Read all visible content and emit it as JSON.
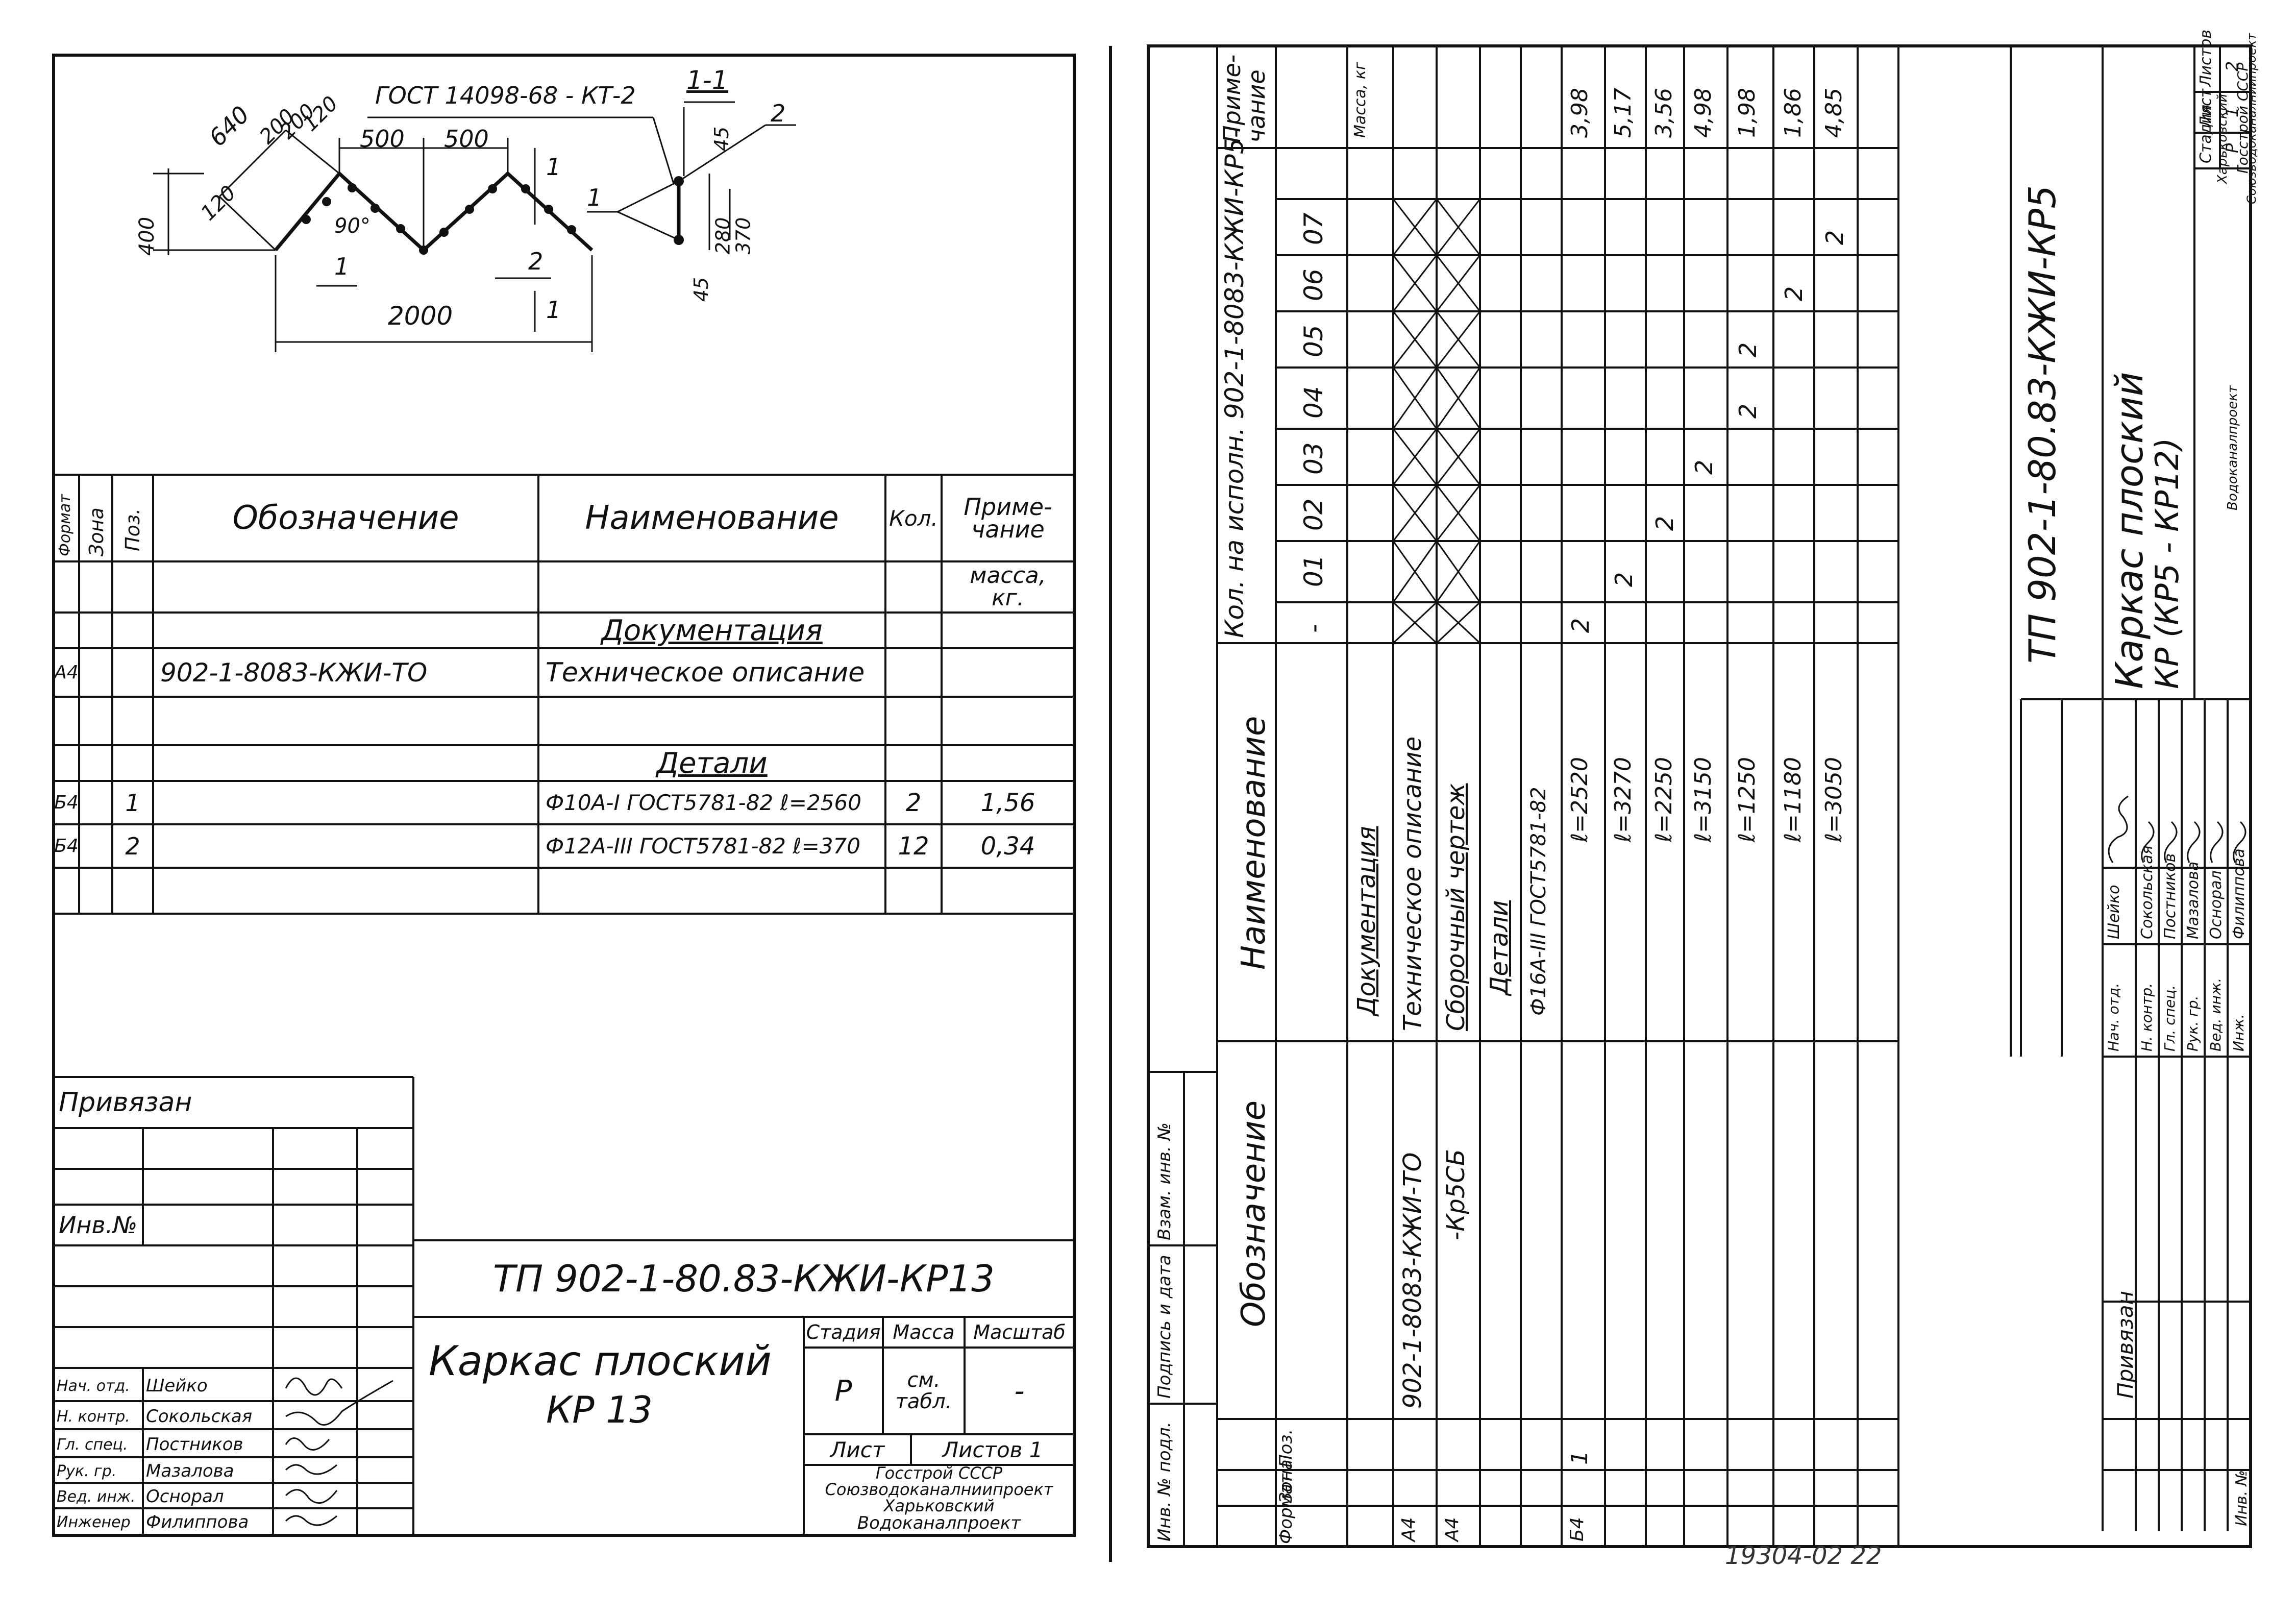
{
  "sheet_left": {
    "drawing": {
      "gost_label": "ГОСТ 14098-68 - КТ-2",
      "section_label": "1-1",
      "dims": {
        "d640": "640",
        "d120a": "120",
        "d200a": "200",
        "d200b": "200",
        "d120b": "120",
        "d400": "400",
        "d120c": "120",
        "d500a": "500",
        "d500b": "500",
        "d90": "90°",
        "d2000": "2000",
        "mark1a": "1",
        "mark1b": "1",
        "mark1c": "1",
        "pos1": "1",
        "pos2": "2",
        "sec_pos1": "1",
        "sec_pos2": "2",
        "s45a": "45",
        "s280": "280",
        "s370": "370",
        "s45b": "45"
      }
    },
    "spec": {
      "headers": {
        "format": "Формат",
        "zone": "Зона",
        "pos": "Поз.",
        "designation": "Обозначение",
        "name": "Наименование",
        "qty": "Кол.",
        "note": "Приме-\nчание"
      },
      "note_mass": "масса,\nкг.",
      "section_docs": "Документация",
      "doc_row": {
        "format": "А4",
        "designation": "902-1-8083-КЖИ-ТО",
        "name": "Техническое описание"
      },
      "section_parts": "Детали",
      "rows": [
        {
          "format": "Б4",
          "pos": "1",
          "name": "Ф10А-I ГОСТ5781-82 ℓ=2560",
          "qty": "2",
          "note": "1,56"
        },
        {
          "format": "Б4",
          "pos": "2",
          "name": "Ф12А-III ГОСТ5781-82 ℓ=370",
          "qty": "12",
          "note": "0,34"
        }
      ]
    },
    "privyazan": "Привязан",
    "inv_no": "Инв.№",
    "title_block": {
      "code": "ТП 902-1-80.83-КЖИ-КР13",
      "title_line1": "Каркас плоский",
      "title_line2": "КР 13",
      "stage_label": "Стадия",
      "mass_label": "Масса",
      "scale_label": "Масштаб",
      "stage": "Р",
      "mass": "см.\nтабл.",
      "scale": "-",
      "sheet_label": "Лист",
      "sheets_label": "Листов 1",
      "org1": "Госстрой СССР",
      "org2": "Союзводоканалниипроект",
      "org3": "Харьковский",
      "org4": "Водоканалпроект",
      "roles": [
        "Нач. отд.",
        "Н. контр.",
        "Гл. спец.",
        "Рук. гр.",
        "Вед. инж.",
        "Инженер"
      ],
      "names": [
        "Шейко",
        "Сокольская",
        "Постников",
        "Мазалова",
        "Оснорал",
        "Филиппова"
      ]
    }
  },
  "sheet_right": {
    "side_labels": [
      "Инв. № подл.",
      "Подпись и дата",
      "Взам. инв. №"
    ],
    "headers": {
      "format": "Формат",
      "zone": "Зона",
      "pos": "Поз.",
      "designation": "Обозначение",
      "name": "Наименование",
      "qty_group": "Кол. на исполн. 902-1-8083-КЖИ-КР5-",
      "note": "Приме-\nчание",
      "note_sub": "Масса, кг"
    },
    "exec_cols": [
      "-",
      "01",
      "02",
      "03",
      "04",
      "05",
      "06",
      "07"
    ],
    "rows": [
      {
        "format": "",
        "pos": "",
        "designation": "",
        "name": "Документация",
        "underline": true,
        "qty": [
          "",
          "",
          "",
          "",
          "",
          "",
          "",
          ""
        ],
        "note": ""
      },
      {
        "format": "А4",
        "pos": "",
        "designation": "902-1-8083-КЖИ-ТО",
        "name": "Техническое описание",
        "underline": false,
        "qty": [
          "",
          "",
          "",
          "",
          "",
          "",
          "",
          ""
        ],
        "note": ""
      },
      {
        "format": "А4",
        "pos": "",
        "designation": "-Кр5СБ",
        "name": "Сборочный чертеж",
        "underline": true,
        "qty": [
          "",
          "",
          "",
          "",
          "",
          "",
          "",
          ""
        ],
        "note": ""
      },
      {
        "format": "",
        "pos": "",
        "designation": "",
        "name": "Детали",
        "underline": true,
        "qty": [
          "",
          "",
          "",
          "",
          "",
          "",
          "",
          ""
        ],
        "note": ""
      },
      {
        "format": "",
        "pos": "",
        "designation": "",
        "name": "Ф16А-III ГОСТ5781-82",
        "underline": false,
        "qty": [
          "",
          "",
          "",
          "",
          "",
          "",
          "",
          ""
        ],
        "note": ""
      },
      {
        "format": "Б4",
        "pos": "1",
        "designation": "",
        "name": "ℓ=2520",
        "underline": false,
        "qty": [
          "2",
          "",
          "",
          "",
          "",
          "",
          "",
          ""
        ],
        "note": "3,98"
      },
      {
        "format": "",
        "pos": "",
        "designation": "",
        "name": "ℓ=3270",
        "underline": false,
        "qty": [
          "",
          "2",
          "",
          "",
          "",
          "",
          "",
          ""
        ],
        "note": "5,17"
      },
      {
        "format": "",
        "pos": "",
        "designation": "",
        "name": "ℓ=2250",
        "underline": false,
        "qty": [
          "",
          "",
          "2",
          "",
          "",
          "",
          "",
          ""
        ],
        "note": "3,56"
      },
      {
        "format": "",
        "pos": "",
        "designation": "",
        "name": "ℓ=3150",
        "underline": false,
        "qty": [
          "",
          "",
          "",
          "2",
          "",
          "",
          "",
          ""
        ],
        "note": "4,98"
      },
      {
        "format": "",
        "pos": "",
        "designation": "",
        "name": "ℓ=1250",
        "underline": false,
        "qty": [
          "",
          "",
          "",
          "",
          "2",
          "2",
          "",
          ""
        ],
        "note": "1,98"
      },
      {
        "format": "",
        "pos": "",
        "designation": "",
        "name": "ℓ=1180",
        "underline": false,
        "qty": [
          "",
          "",
          "",
          "",
          "",
          "",
          "2",
          ""
        ],
        "note": "1,86"
      },
      {
        "format": "",
        "pos": "",
        "designation": "",
        "name": "ℓ=3050",
        "underline": false,
        "qty": [
          "",
          "",
          "",
          "",
          "",
          "",
          "",
          "2"
        ],
        "note": "4,85"
      }
    ],
    "title_block": {
      "code": "ТП 902-1-80.83-КЖИ-КР5",
      "title_line1": "Каркас плоский",
      "title_line2": "КР (КР5 - КР12)",
      "stage_label": "Стадия",
      "sheet_label": "Лист",
      "sheets_label": "Листов",
      "stage": "Р",
      "sheet": "1",
      "sheets": "2",
      "org1": "Госстрой СССР",
      "org2": "Союзводоканалниипроект",
      "org3": "Харьковский",
      "org4": "Водоканалпроект",
      "roles": [
        "Нач. отд.",
        "Н. контр.",
        "Гл. спец.",
        "Рук. гр.",
        "Вед. инж.",
        "Инж."
      ],
      "names": [
        "Шейко",
        "Сокольская",
        "Постников",
        "Мазалова",
        "Оснорал",
        "Филиппова"
      ],
      "privyazan": "Привязан",
      "inv_no": "Инв. №"
    }
  },
  "footer_stamp": "19304-02 22"
}
